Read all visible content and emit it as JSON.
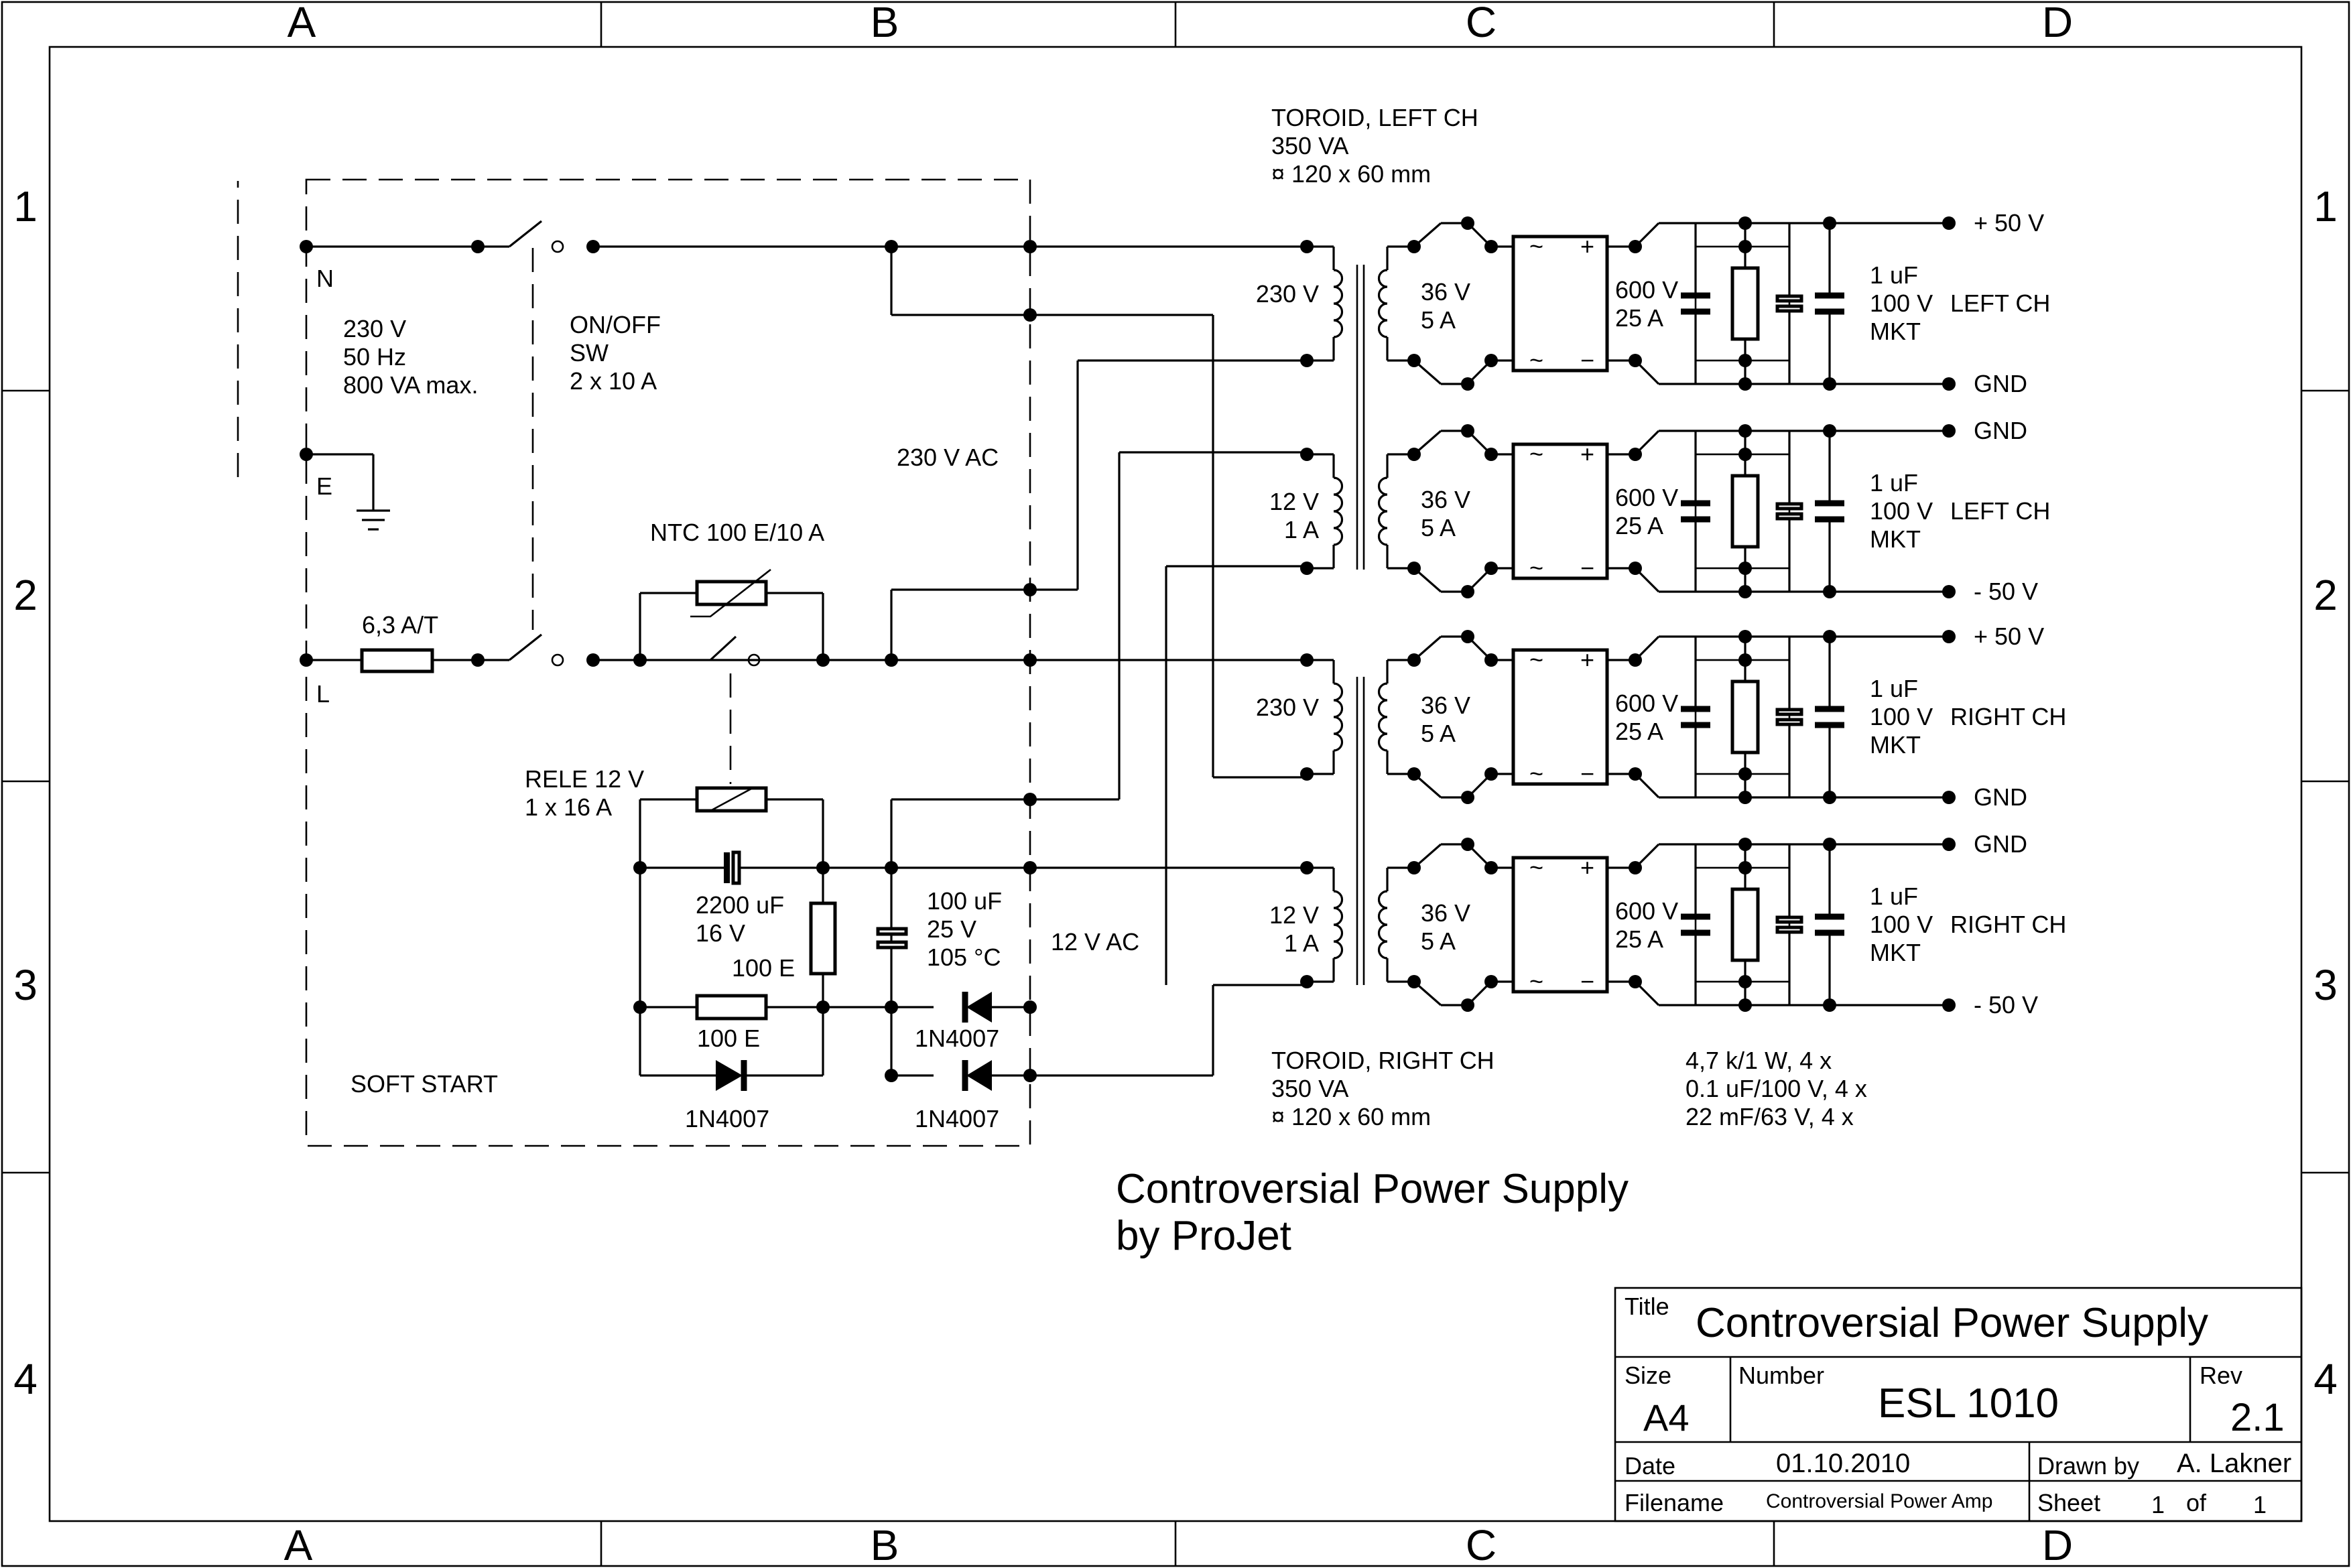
{
  "frame": {
    "columns": [
      "A",
      "B",
      "C",
      "D"
    ],
    "rows": [
      "1",
      "2",
      "3",
      "4"
    ]
  },
  "mains": {
    "n_label": "N",
    "e_label": "E",
    "l_label": "L",
    "input_line1": "230 V",
    "input_line2": "50 Hz",
    "input_line3": "800 VA max.",
    "fuse_label": "6,3 A/T",
    "switch_line1": "ON/OFF",
    "switch_line2": "SW",
    "switch_line3": "2 x 10 A",
    "ac230_label": "230 V AC"
  },
  "soft_start": {
    "ntc_label": "NTC 100 E/10 A",
    "relay_line1": "RELE 12 V",
    "relay_line2": "1 x 16 A",
    "cap_line1": "2200 uF",
    "cap_line2": "16 V",
    "res_vertical_label": "100 E",
    "res_horizontal_label": "100 E",
    "diode_left_label": "1N4007",
    "cap2_line1": "100 uF",
    "cap2_line2": "25 V",
    "cap2_line3": "105 °C",
    "diode_right_top_label": "1N4007",
    "diode_right_bottom_label": "1N4007",
    "ac12_label": "12 V AC",
    "block_label": "SOFT START"
  },
  "toroid_left": {
    "line1": "TOROID, LEFT CH",
    "line2": "350 VA",
    "line3": "¤ 120 x 60 mm"
  },
  "toroid_right": {
    "line1": "TOROID, RIGHT CH",
    "line2": "350 VA",
    "line3": "¤ 120 x 60 mm"
  },
  "channels": [
    {
      "primary_top": "230 V",
      "primary_bottom": "",
      "secondary_top": "36 V",
      "secondary_bottom": "5 A",
      "cap_top": "600 V",
      "cap_bottom": "25 A",
      "film_top": "1 uF",
      "film_mid": "100 V",
      "film_bottom": "MKT",
      "channel_label": "LEFT CH",
      "out_top": "+ 50 V",
      "out_bottom": "GND"
    },
    {
      "primary_top": "12 V",
      "primary_bottom": "1 A",
      "secondary_top": "36 V",
      "secondary_bottom": "5 A",
      "cap_top": "600 V",
      "cap_bottom": "25 A",
      "film_top": "1 uF",
      "film_mid": "100 V",
      "film_bottom": "MKT",
      "channel_label": "LEFT CH",
      "out_top": "GND",
      "out_bottom": "- 50 V"
    },
    {
      "primary_top": "230 V",
      "primary_bottom": "",
      "secondary_top": "36 V",
      "secondary_bottom": "5 A",
      "cap_top": "600 V",
      "cap_bottom": "25 A",
      "film_top": "1 uF",
      "film_mid": "100 V",
      "film_bottom": "MKT",
      "channel_label": "RIGHT CH",
      "out_top": "+ 50 V",
      "out_bottom": "GND"
    },
    {
      "primary_top": "12 V",
      "primary_bottom": "1 A",
      "secondary_top": "36 V",
      "secondary_bottom": "5 A",
      "cap_top": "600 V",
      "cap_bottom": "25 A",
      "film_top": "1 uF",
      "film_mid": "100 V",
      "film_bottom": "MKT",
      "channel_label": "RIGHT CH",
      "out_top": "GND",
      "out_bottom": "- 50 V"
    }
  ],
  "rectifier_symbols": {
    "ac": "~",
    "plus": "+",
    "minus": "−"
  },
  "bom": {
    "line1": "4,7 k/1 W, 4 x",
    "line2": "0.1 uF/100 V, 4 x",
    "line3": "22 mF/63 V, 4 x"
  },
  "caption": {
    "line1": "Controversial Power Supply",
    "line2": "by ProJet"
  },
  "title_block": {
    "title_label": "Title",
    "title": "Controversial Power Supply",
    "size_label": "Size",
    "size": "A4",
    "number_label": "Number",
    "number": "ESL 1010",
    "rev_label": "Rev",
    "rev": "2.1",
    "date_label": "Date",
    "date": "01.10.2010",
    "drawn_label": "Drawn by",
    "drawn": "A. Lakner",
    "filename_label": "Filename",
    "filename": "Controversial Power Amp",
    "sheet_label": "Sheet",
    "sheet": "1",
    "of_label": "of",
    "of": "1"
  }
}
